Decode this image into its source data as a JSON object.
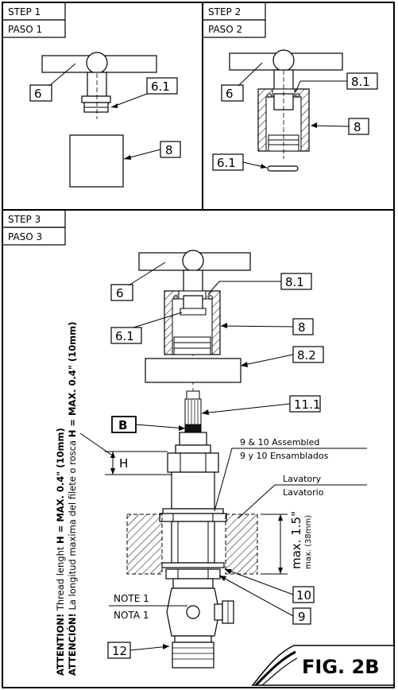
{
  "panels": {
    "step1": {
      "step": "STEP 1",
      "paso": "PASO 1",
      "callouts": [
        "6",
        "6.1",
        "8"
      ]
    },
    "step2": {
      "step": "STEP 2",
      "paso": "PASO 2",
      "callouts": [
        "6",
        "8.1",
        "8",
        "6.1"
      ]
    },
    "step3": {
      "step": "STEP 3",
      "paso": "PASO 3",
      "callouts": [
        "6",
        "8.1",
        "6.1",
        "8",
        "8.2",
        "11.1",
        "B",
        "10",
        "9",
        "12"
      ]
    }
  },
  "annotations": {
    "assembled_en": "9 & 10 Assembled",
    "assembled_es": "9 y 10 Ensamblados",
    "lavatory_en": "Lavatory",
    "lavatory_es": "Lavatorio",
    "max_main": "max. 1.5\"",
    "max_sub": "max. (38mm)",
    "h_label": "H",
    "note_en": "NOTE 1",
    "note_es": "NOTA 1"
  },
  "attention": {
    "line1_prefix": "ATTENTION!",
    "line1_text": " Thread lenght ",
    "line1_emph": "H = MAX. 0.4\" (10mm)",
    "line2_prefix": "ATTENCIÓN!",
    "line2_text": " La longitud maxima del filete o rosca ",
    "line2_emph": "H = MAX. 0.4\" (10mm)"
  },
  "figure_label": "FIG. 2B"
}
